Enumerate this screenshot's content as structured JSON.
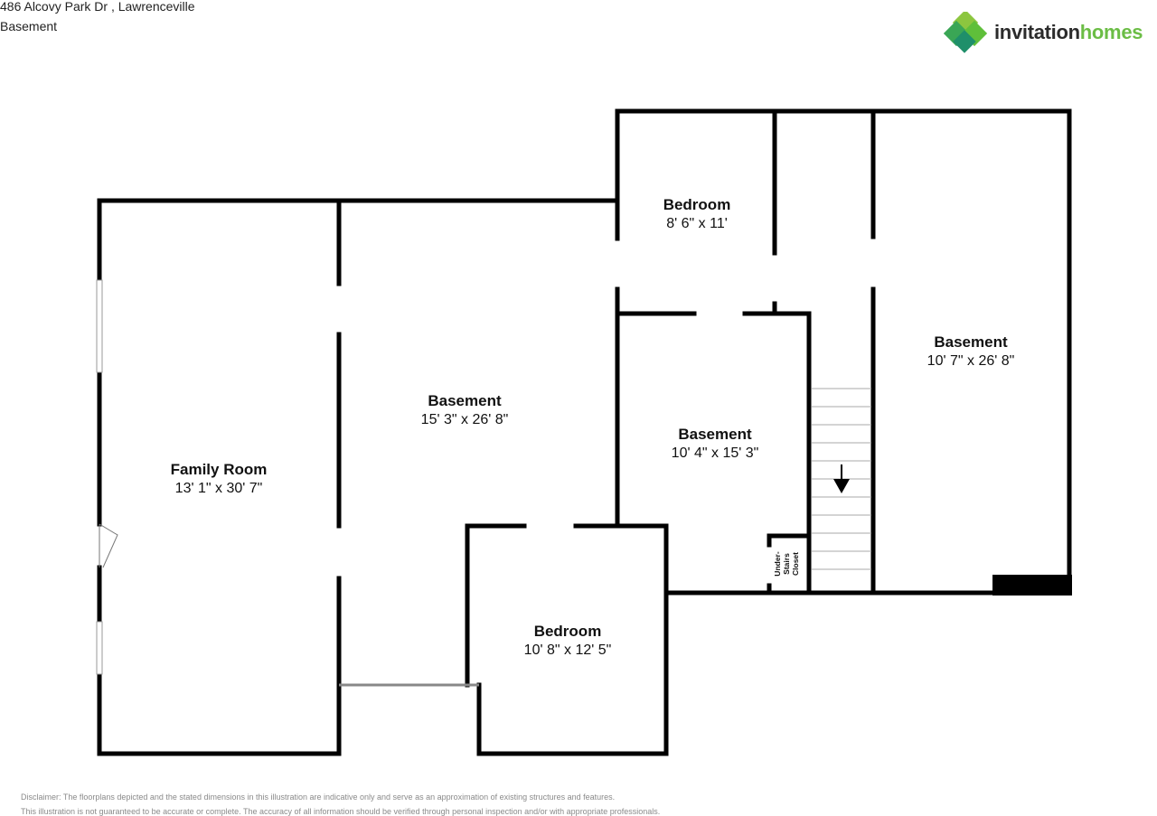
{
  "header": {
    "address": "486 Alcovy Park Dr , Lawrenceville",
    "level": "Basement"
  },
  "logo": {
    "word1": "invitation",
    "word2": "homes",
    "colors": [
      "#8cc63f",
      "#3aa655",
      "#1f8f6a",
      "#5fbf3a"
    ]
  },
  "rooms": [
    {
      "name": "Family Room",
      "dims": "13' 1\" x 30' 7\""
    },
    {
      "name": "Basement",
      "dims": "15' 3\" x 26' 8\""
    },
    {
      "name": "Bedroom",
      "dims": "8' 6\" x 11'"
    },
    {
      "name": "Basement",
      "dims": "10' 4\" x 15' 3\""
    },
    {
      "name": "Basement",
      "dims": "10' 7\" x 26' 8\""
    },
    {
      "name": "Bedroom",
      "dims": "10' 8\" x 12' 5\""
    }
  ],
  "closet": {
    "line1": "Under-",
    "line2": "Stairs",
    "line3": "Closet"
  },
  "disclaimer": {
    "line1": "Disclaimer: The floorplans depicted and the stated dimensions in this illustration are indicative only and serve as an approximation of existing structures and features.",
    "line2": "This illustration is not guaranteed to be accurate or complete. The accuracy of all information should be verified through personal inspection and/or with appropriate professionals."
  }
}
